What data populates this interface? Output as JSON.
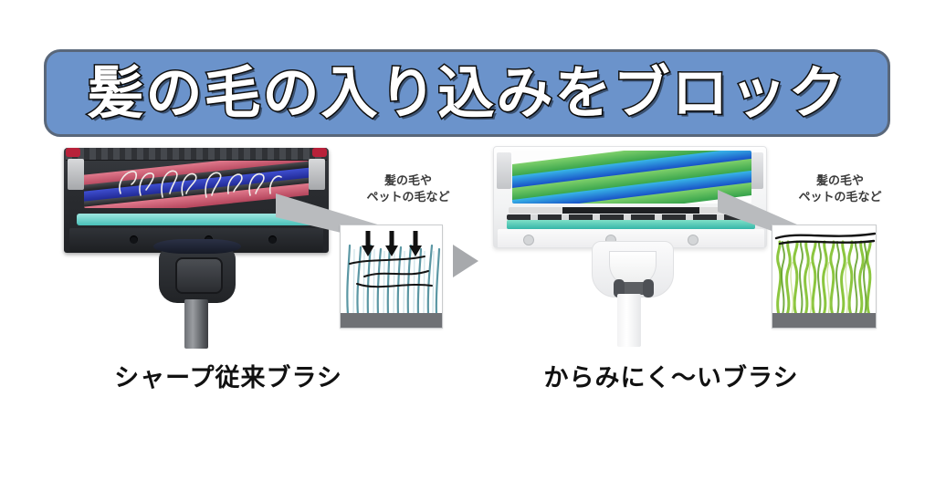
{
  "banner": {
    "title": "髪の毛の入り込みをブロック",
    "fill_color": "#6b93cb",
    "border_color": "#59677a",
    "text_color": "#ffffff",
    "outline_color": "#111111"
  },
  "transition": {
    "icon": "play-triangle-right-icon",
    "color": "#a7a9ac"
  },
  "left": {
    "caption": "シャープ従来ブラシ",
    "callout_label_line1": "髪の毛や",
    "callout_label_line2": "ペットの毛など",
    "product_name": "conventional-brush-head",
    "brush_colors": [
      "#b4455c",
      "#1b238c",
      "#18191c"
    ],
    "inset": {
      "name": "hair-tangled-in-bristles",
      "bristle_color": "#4e8e9b",
      "hair_color": "#1a1a1a",
      "base_color": "#6f7175",
      "arrow_count": 3
    }
  },
  "right": {
    "caption": "からみにく〜いブラシ",
    "callout_label_line1": "髪の毛や",
    "callout_label_line2": "ペットの毛など",
    "product_name": "non-tangling-brush-head",
    "brush_colors": [
      "#35a24a",
      "#1549c4",
      "#7ed06b"
    ],
    "inset": {
      "name": "hair-blocked-on-top-of-bristles",
      "bristle_color": "#8cc63f",
      "hair_color": "#1a1a1a",
      "base_color": "#6f7175",
      "arrow_count": 0
    }
  }
}
